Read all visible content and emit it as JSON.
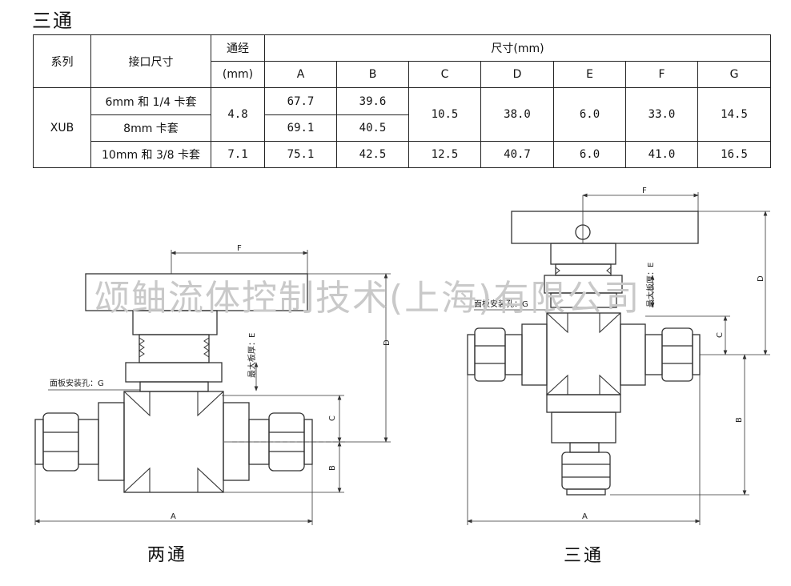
{
  "title": "三通",
  "table": {
    "h_series": "系列",
    "h_port": "接口尺寸",
    "h_bore": "通经",
    "h_bore_unit": "(mm)",
    "h_dims": "尺寸(mm)",
    "cols": [
      "A",
      "B",
      "C",
      "D",
      "E",
      "F",
      "G"
    ],
    "series": "XUB",
    "rows": [
      {
        "port": "6mm 和 1/4 卡套",
        "bore": "4.8",
        "A": "67.7",
        "B": "39.6",
        "C": "10.5",
        "D": "38.0",
        "E": "6.0",
        "F": "33.0",
        "G": "14.5"
      },
      {
        "port": "8mm 卡套",
        "A": "69.1",
        "B": "40.5"
      },
      {
        "port": "10mm 和 3/8 卡套",
        "bore": "7.1",
        "A": "75.1",
        "B": "42.5",
        "C": "12.5",
        "D": "40.7",
        "E": "6.0",
        "F": "41.0",
        "G": "16.5"
      }
    ]
  },
  "labels": {
    "A": "A",
    "B": "B",
    "C": "C",
    "D": "D",
    "F": "F",
    "max_plate": "最大板厚：E",
    "panel_hole": "面板安装孔：G"
  },
  "watermark": "颂鲉流体控制技术(上海)有限公司",
  "captions": {
    "two_way": "两通",
    "three_way": "三通"
  }
}
